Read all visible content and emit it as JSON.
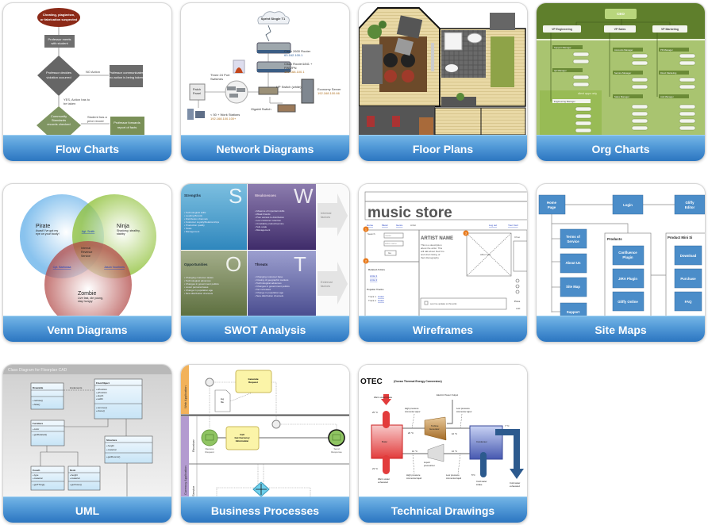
{
  "tiles": [
    {
      "title": "Flow Charts",
      "labels": [
        "Cheating, plagiarism,",
        "or fabrication suspected",
        "Professor meets",
        "with student",
        "Professor decides",
        "violation occurred",
        "NO Action",
        "Professor communicates",
        "no action is being taken",
        "YES, Action has to",
        "be taken",
        "Community",
        "Standards",
        "records checked",
        "Student has a",
        "prior record",
        "Professor forwards",
        "report of facts"
      ]
    },
    {
      "title": "Network Diagrams",
      "labels": [
        "Sprint Single T1",
        "Cisco 2600 Router",
        "63.162.100.1",
        "Cisco Router1841 +",
        "FW/VPN",
        "192.168.100.1",
        "Three 24 Port",
        "Switches",
        "Patch",
        "Panel",
        "HP Switch (white)",
        "Economy Server",
        "192.168.100.66",
        "Gigabit Switch",
        "< 50 + Work Stations",
        "192.168.100.100+"
      ]
    },
    {
      "title": "Floor Plans",
      "labels": []
    },
    {
      "title": "Org Charts",
      "labels": [
        "CEO",
        "VP Engineering",
        "VP Sales",
        "VP Marketing",
        "Support Manager",
        "QA Manager",
        "Engineering Manager",
        "Accounts Manager",
        "Service Manager",
        "Sales Manager",
        "PR Manager",
        "Direct Marketing",
        "Ads Manager",
        "client apps only"
      ]
    },
    {
      "title": "Venn Diagrams",
      "labels": [
        "Pirate",
        "Avast! I've got my",
        "eye on your booty!",
        "Ninja",
        "Shadowy, stealthy,",
        "stabby",
        "Agt. Smith",
        "Internal",
        "Revenue",
        "Service",
        "Cpt. Barbossa",
        "Jason Voorhees",
        "Zombie",
        "Live fast, die young,",
        "stay hungry"
      ]
    },
    {
      "title": "SWOT Analysis",
      "labels": [
        "Strengths",
        "Weaknesses",
        "Opportunities",
        "Threats",
        "S",
        "W",
        "O",
        "T",
        "Internal",
        "factors",
        "External",
        "factors"
      ],
      "lists": {
        "strengths": [
          "• Technological skills",
          "• Leading Brands",
          "• Distribution channels",
          "• Customer Loyalty/Relationships",
          "• Production quality",
          "• Scale",
          "• Management"
        ],
        "weaknesses": [
          "• Absence of important skills",
          "• Weak brands",
          "• Poor access to distribution",
          "• Low customer retention",
          "• Unreliable product/service",
          "• Sub-scale",
          "• Management"
        ],
        "opportunities": [
          "• Changing customer tastes",
          "• Technological advances",
          "• Changes in government politics",
          "• Lower personal taxes",
          "• Change in population age",
          "• New distribution channels"
        ],
        "threats": [
          "• Changing customer base",
          "• Closing of geographic markets",
          "• Technological advances",
          "• Changes in government politics",
          "• Tax increases",
          "• Change in population age",
          "• New distribution channels"
        ]
      }
    },
    {
      "title": "Wireframes",
      "labels": [
        "music store",
        "Home",
        "Music",
        "Genre",
        "Artist",
        "Log out",
        "Your Cart",
        "Search",
        "music",
        "artist name",
        "Go",
        "ARTIST NAME",
        "This is a description",
        "about the artist. This",
        "will talk about their bio",
        "and short listing of",
        "their discography",
        "Album Art",
        "Related Artists",
        "Artist 1",
        "Artist 2",
        "Popular Tracks",
        "Track 1",
        "Listen",
        "Track 2",
        "Listen",
        "send me updates on this artist",
        "Choo",
        "Add",
        "1",
        "2",
        "3",
        "Price"
      ]
    },
    {
      "title": "Site Maps",
      "labels": [
        "Home",
        "Page",
        "Login",
        "Gliffy",
        "Editor",
        "Terms of",
        "Service",
        "About Us",
        "Site Map",
        "Support",
        "Products",
        "Confluence",
        "Plugin",
        "JIRA Plugin",
        "Gliffy Online",
        "Product Mini Si",
        "Download",
        "Purchase",
        "FAQ"
      ]
    },
    {
      "title": "UML",
      "labels": [
        "Class Diagram for Floorplan CAD",
        "Drawable",
        "+redraw()",
        "+hide()",
        "implements",
        "FloorObject",
        "+xPosition",
        "+yPosition",
        "+depth",
        "+width",
        "+remove()",
        "+clone()",
        "Furniture",
        "+color",
        "+getRelated()",
        "Structure",
        "+height",
        "+material",
        "+getRooms()",
        "Couch",
        "+type",
        "+material",
        "+getThing()",
        "Desk",
        "+height",
        "+material",
        "+getCave()"
      ]
    },
    {
      "title": "Business Processes",
      "labels": [
        "Web Application",
        "Generate",
        "Request",
        "log",
        "file",
        "Receiver",
        "Currency Application",
        "Call",
        "Get Currency",
        "Information",
        "Receive",
        "Request",
        "Send",
        "Response",
        "Service"
      ]
    },
    {
      "title": "Technical Drawings",
      "labels": [
        "OTEC",
        "(Ocean Thermal Energy Conversion)",
        "Warm water intake",
        "Electric Power Output",
        "25 °C",
        "High pressure",
        "Ammonia vapor",
        "Low pressure",
        "Ammonia vapor",
        "Turbine",
        "Generator",
        "20 °C",
        "10 °C",
        "7 °C",
        "Boiler",
        "Condenser",
        "10 °C",
        "10 °C",
        "Liquid",
        "pressurizer",
        "23 °C",
        "High pressure",
        "Ammonia liquid",
        "Low pressure",
        "Ammonia liquid",
        "5°C",
        "Warm water",
        "exhausted",
        "Cold water",
        "intake",
        "Cold water",
        "exhausted"
      ]
    }
  ],
  "colors": {
    "caption_top": "#74b5e6",
    "caption_bottom": "#2a74bf"
  }
}
